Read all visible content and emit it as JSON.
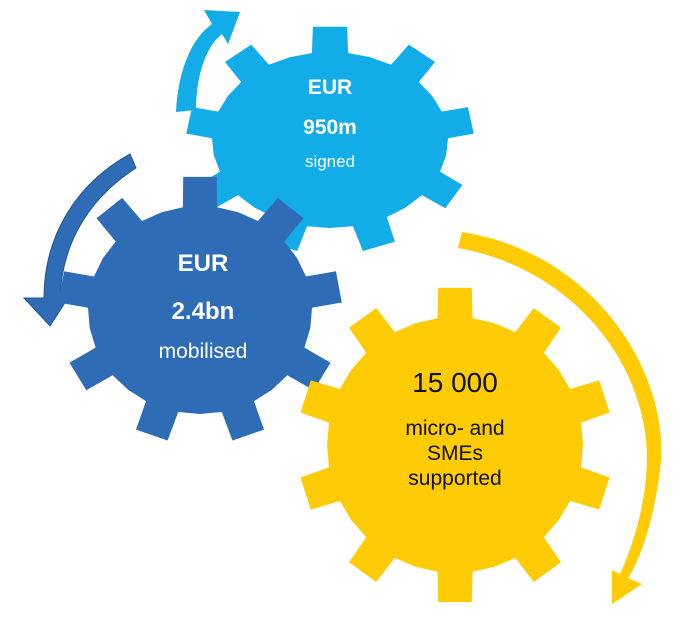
{
  "colors": {
    "light_blue": "#12ACE8",
    "dark_blue": "#2E6DB6",
    "yellow": "#FFCB05",
    "white": "#FFFFFF",
    "text_dark": "#111111"
  },
  "gears": [
    {
      "id": "signed",
      "color": "light_blue",
      "line1": "EUR",
      "line2": "950m",
      "line3": "signed"
    },
    {
      "id": "mobilised",
      "color": "dark_blue",
      "line1": "EUR",
      "line2": "2.4bn",
      "line3": "mobilised"
    },
    {
      "id": "supported",
      "color": "yellow",
      "line1": "15 000",
      "line2": "micro- and",
      "line3": "SMEs",
      "line4": "supported"
    }
  ],
  "arrows": [
    {
      "id": "arrow-light-blue",
      "color": "light_blue",
      "direction": "up"
    },
    {
      "id": "arrow-dark-blue",
      "color": "dark_blue",
      "direction": "down"
    },
    {
      "id": "arrow-yellow",
      "color": "yellow",
      "direction": "down"
    }
  ]
}
